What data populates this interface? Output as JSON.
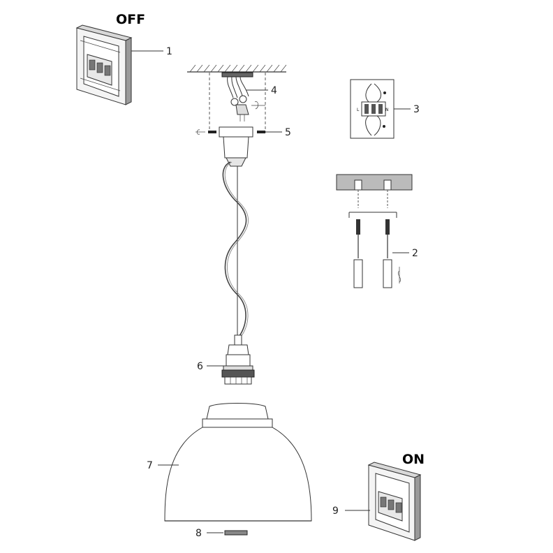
{
  "labels": {
    "off": "OFF",
    "on": "ON",
    "callouts": [
      "1",
      "2",
      "3",
      "4",
      "5",
      "6",
      "7",
      "8",
      "9"
    ]
  },
  "connector": {
    "left": "L",
    "right": "N"
  }
}
